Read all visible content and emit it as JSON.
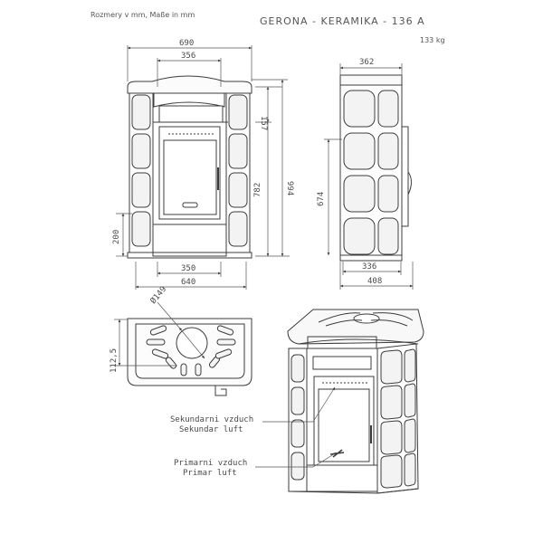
{
  "header": {
    "units_note": "Rozmery v mm, Maße in mm",
    "model": "GERONA - KERAMIKA - 136 A",
    "weight": "133 kg"
  },
  "front_view": {
    "dim_total_width": "690",
    "dim_top_width": "356",
    "dim_top_height": "157",
    "dim_height_782": "782",
    "dim_height_994": "994",
    "dim_base_height": "200",
    "dim_firebox_width": "350",
    "dim_base_width": "640"
  },
  "side_view": {
    "dim_top_depth": "362",
    "dim_tile_height": "674",
    "dim_inner_depth": "336",
    "dim_total_depth": "408"
  },
  "top_view": {
    "dim_flue_diameter": "Ø149",
    "dim_flue_offset": "112,5"
  },
  "iso_view": {
    "secondary_air_cz": "Sekundarni vzduch",
    "secondary_air_de": "Sekundar luft",
    "primary_air_cz": "Primarni vzduch",
    "primary_air_de": "Primar luft"
  },
  "colors": {
    "line": "#3c3c3c",
    "tile_fill": "#f2f2f2",
    "background": "#ffffff"
  }
}
